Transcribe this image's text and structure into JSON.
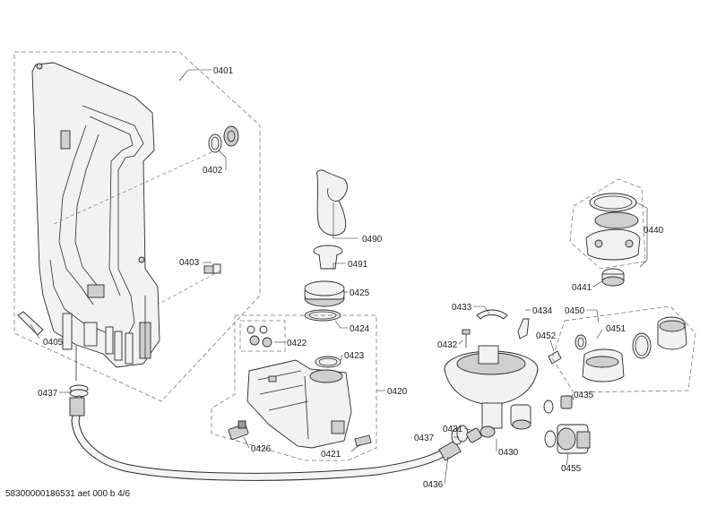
{
  "footer": {
    "doc_reference": "58300000186531 aet 000 b 4/6"
  },
  "labels": {
    "p0401": "0401",
    "p0402": "0402",
    "p0403": "0403",
    "p0405": "0405",
    "p0437a": "0437",
    "p0437b": "0437",
    "p0436": "0436",
    "p0490": "0490",
    "p0491": "0491",
    "p0425": "0425",
    "p0424": "0424",
    "p0422": "0422",
    "p0423": "0423",
    "p0420": "0420",
    "p0426": "0426",
    "p0421": "0421",
    "p0433": "0433",
    "p0434": "0434",
    "p0432": "0432",
    "p0452": "0452",
    "p0431": "0431",
    "p0430": "0430",
    "p0435": "0435",
    "p0455": "0455",
    "p0440": "0440",
    "p0441": "0441",
    "p0450": "0450",
    "p0451": "0451"
  }
}
